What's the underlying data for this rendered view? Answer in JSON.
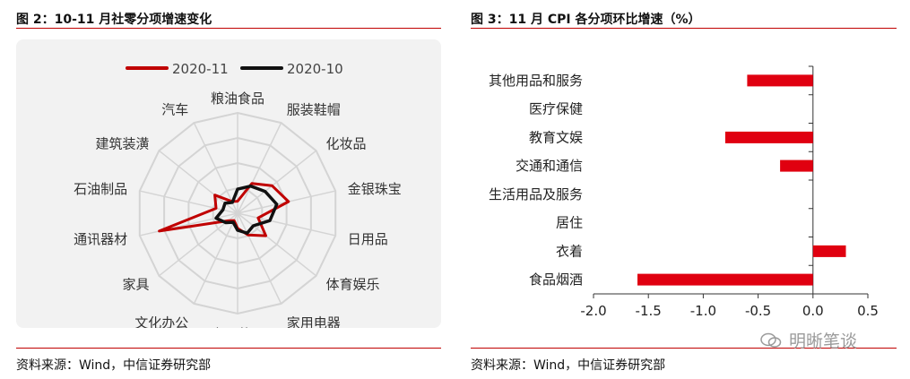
{
  "left": {
    "title": "图 2：10-11 月社零分项增速变化",
    "source": "资料来源：Wind，中信证券研究部"
  },
  "right": {
    "title": "图 3：11 月 CPI 各分项环比增速（%）",
    "source": "资料来源：Wind，中信证券研究部"
  },
  "watermark": "明晰笔谈",
  "colors": {
    "red": "#c00000",
    "black": "#111111",
    "bar_red": "#e00010",
    "rule": "#c00000"
  },
  "chart_data": [
    {
      "type": "radar",
      "categories": [
        "粮油食品",
        "服装鞋帽",
        "化妆品",
        "金银珠宝",
        "日用品",
        "体育娱乐",
        "家用电器",
        "中西药品",
        "文化办公",
        "家具",
        "通讯器材",
        "石油制品",
        "建筑装潢",
        "汽车"
      ],
      "legend": [
        "2020-11",
        "2020-10"
      ],
      "legend_position": "top",
      "rings": 4,
      "series": [
        {
          "name": "2020-11",
          "color": "#c00000",
          "values": [
            0.12,
            0.33,
            0.44,
            0.52,
            0.21,
            0.36,
            0.24,
            0.15,
            0.08,
            0.12,
            0.8,
            0.22,
            0.29,
            0.13
          ]
        },
        {
          "name": "2020-10",
          "color": "#111111",
          "values": [
            0.24,
            0.3,
            0.35,
            0.4,
            0.33,
            0.2,
            0.22,
            0.17,
            0.1,
            0.15,
            0.22,
            0.15,
            0.16,
            0.12
          ]
        }
      ]
    },
    {
      "type": "bar",
      "orientation": "horizontal",
      "categories": [
        "其他用品和服务",
        "医疗保健",
        "教育文娱",
        "交通和通信",
        "生活用品及服务",
        "居住",
        "衣着",
        "食品烟酒"
      ],
      "values": [
        -0.6,
        0.0,
        -0.8,
        -0.3,
        0.0,
        0.0,
        0.3,
        -1.6
      ],
      "xlim": [
        -2.0,
        0.5
      ],
      "xticks": [
        "-2.0",
        "-1.5",
        "-1.0",
        "-0.5",
        "0.0",
        "0.5"
      ],
      "grid": false
    }
  ]
}
